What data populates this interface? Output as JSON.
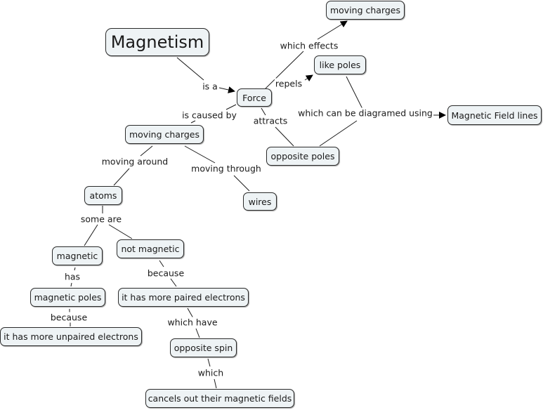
{
  "concept_map": {
    "title": "Magnetism",
    "nodes": {
      "magnetism": "Magnetism",
      "force": "Force",
      "moving_charges_top": "moving charges",
      "like_poles": "like poles",
      "magnetic_field_lines": "Magnetic Field lines",
      "opposite_poles": "opposite poles",
      "moving_charges": "moving charges",
      "atoms": "atoms",
      "wires": "wires",
      "magnetic": "magnetic",
      "not_magnetic": "not magnetic",
      "magnetic_poles": "magnetic poles",
      "paired_electrons": "it has more paired electrons",
      "unpaired_electrons": "it has more unpaired electrons",
      "opposite_spin": "opposite spin",
      "cancels_fields": "cancels out their magnetic fields"
    },
    "links": {
      "is_a": "is a",
      "which_effects": "which effects",
      "repels": "repels",
      "is_caused_by": "is caused by",
      "attracts": "attracts",
      "which_can_be_diagramed_using": "which can be diagramed using",
      "moving_around": "moving around",
      "moving_through": "moving through",
      "some_are": "some are",
      "has": "has",
      "because_not_magnetic": "because",
      "because_magnetic_poles": "because",
      "which_have": "which have",
      "which": "which"
    }
  }
}
